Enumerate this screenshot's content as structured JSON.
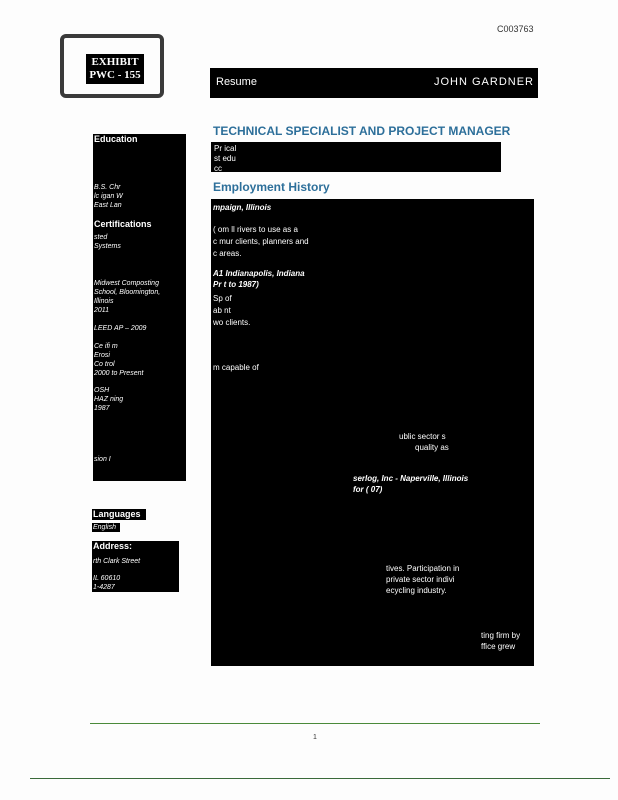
{
  "bates": "C003763",
  "exhibit": {
    "line1": "EXHIBIT",
    "line2": "PWC - 155"
  },
  "header": {
    "resume": "Resume",
    "name": "JOHN GARDNER"
  },
  "title": "TECHNICAL SPECIALIST AND PROJECT MANAGER",
  "summary": {
    "line1": "Pr                                     ical",
    "line2": "st                                 edu",
    "line3": "cc"
  },
  "employment": {
    "heading": "Employment History",
    "e1_head": "                                    mpaign, Illinois",
    "e1_line1": "(                                         om         ll        rivers to use as a",
    "e1_line2": "c                                        mur               clients, planners and",
    "e1_line3": "c                                                    areas.",
    "e2_head": "A1                         Indianapolis, Indiana",
    "e2_sub": "Pr                            t to 1987)",
    "e2_line1": "Sp                                                                       of",
    "e2_line2": "ab                                                                      nt",
    "e2_line3": "wo                                                                     clients.",
    "e3_line1": "                                                     m capable of",
    "e3_line2": "ublic sector              s",
    "e3_line3": "quality as",
    "e4_head": "serlog, Inc - Naperville, Illinois",
    "e4_sub": "for (          07)",
    "e4_line1": "tives. Participation in",
    "e4_line2": "private sector indivi",
    "e4_line3": "ecycling industry.",
    "e5_line1": "ting firm by",
    "e5_line2": "ffice grew"
  },
  "sidebar": {
    "education_head": "Education",
    "edu1": "B.S. Chr",
    "edu2": "   lc  igan                     W",
    "edu3": "East Lan",
    "cert_head": "Certifications",
    "cert1": "              sted",
    "cert2": "              Systems",
    "cert3": "Midwest Composting",
    "cert4": "School, Bloomington,",
    "cert5": "Illinois",
    "cert6": "2011",
    "cert7": "LEED AP – 2009",
    "cert8": "Ce  ifi                    m",
    "cert9": "Erosi",
    "cert10": "Co  trol",
    "cert11": "2000 to Present",
    "cert12": "OSH",
    "cert13": "HAZ                   ning",
    "cert14": "1987",
    "cert15": "                  sion I",
    "lang_head": "Languages",
    "lang1": "English",
    "addr_head": "Address:",
    "addr1": "            rth Clark Street",
    "addr2": "                IL 60610",
    "addr3": "             1-4287"
  },
  "page_number": "1"
}
